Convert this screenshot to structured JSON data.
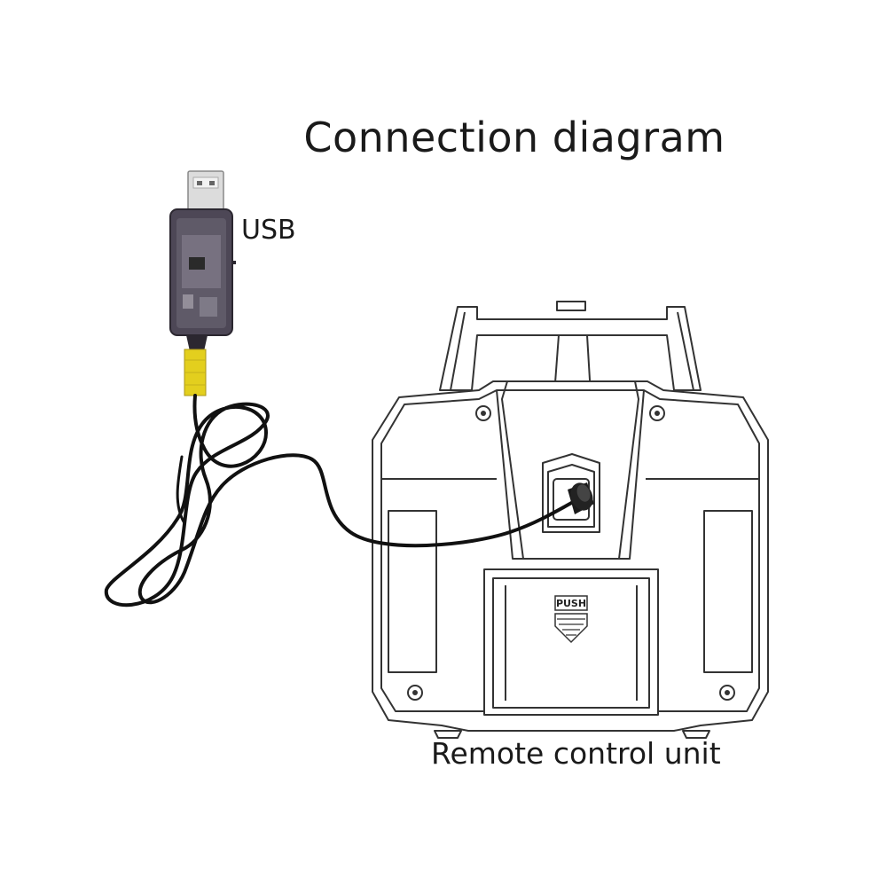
{
  "title": "Connection diagram",
  "usb_label": "USB",
  "remote_label": "Remote control unit",
  "push_label": "PUSH",
  "colors": {
    "line": "#333333",
    "cable": "#111111",
    "cable_sleeve": "#e5d020",
    "dongle_body": "#4a4550",
    "usb_metal": "#d8d8d8"
  }
}
